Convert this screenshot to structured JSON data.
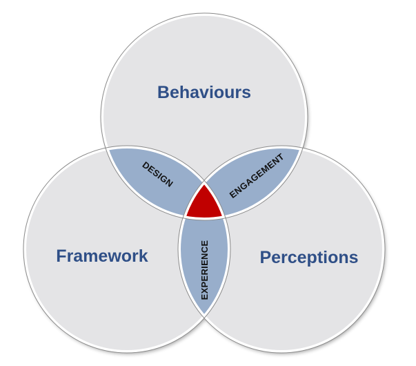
{
  "diagram": {
    "circles": [
      {
        "id": "top",
        "label": "Behaviours"
      },
      {
        "id": "left",
        "label": "Framework"
      },
      {
        "id": "right",
        "label": "Perceptions"
      }
    ],
    "overlaps": [
      {
        "between": [
          "top",
          "left"
        ],
        "label": "DESIGN"
      },
      {
        "between": [
          "top",
          "right"
        ],
        "label": "ENGAGEMENT"
      },
      {
        "between": [
          "left",
          "right"
        ],
        "label": "EXPERIENCE"
      }
    ],
    "colors": {
      "circle_fill": "#e4e4e6",
      "circle_stroke": "#8a8a8a",
      "overlap_fill": "#98aecb",
      "center_fill": "#c00000",
      "text_primary": "#2f4f87"
    }
  }
}
